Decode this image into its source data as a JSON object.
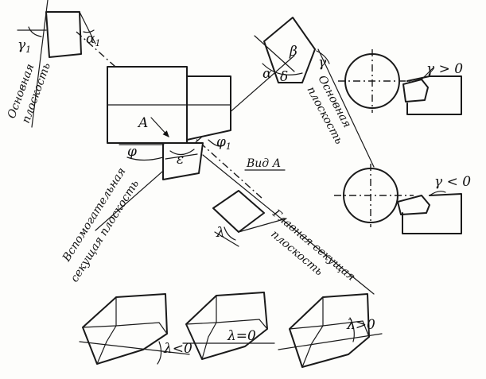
{
  "labels": {
    "base_plane_1_l1": "Основная",
    "base_plane_1_l2": "плоскость",
    "base_plane_2_l1": "Основная",
    "base_plane_2_l2": "плоскость",
    "aux_plane_l1": "Вспомогательная",
    "aux_plane_l2": "секущая плоскость",
    "main_plane_l1": "Главная секущая",
    "main_plane_l2": "плоскость",
    "view_a": "Вид А",
    "arrow_a": "A"
  },
  "symbols": {
    "gamma1": "γ",
    "gamma1_sub": "1",
    "alpha1": "α",
    "alpha1_sub": "1",
    "alpha": "α",
    "beta": "β",
    "gamma": "γ",
    "delta": "δ",
    "phi": "φ",
    "phi1": "φ",
    "phi1_sub": "1",
    "epsilon": "ε",
    "lambda": "λ",
    "gamma_pos": "γ > 0",
    "gamma_neg": "γ < 0",
    "lambda_neg": "λ<0",
    "lambda_zero": "λ=0",
    "lambda_pos": "λ>0"
  }
}
